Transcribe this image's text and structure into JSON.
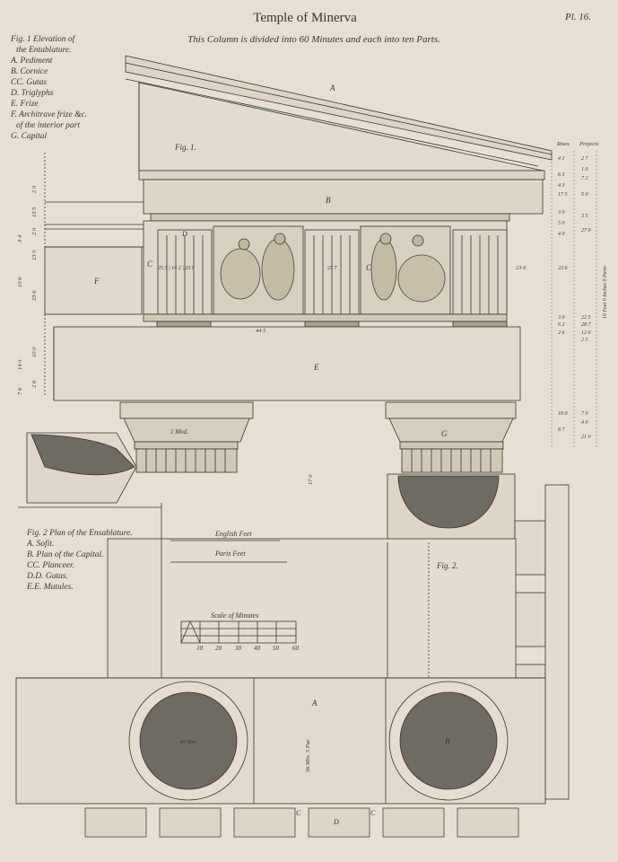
{
  "header": {
    "title": "Temple of Minerva",
    "plate_number": "Pl. 16.",
    "subtitle": "This Column is divided into 60 Minutes and each into ten Parts."
  },
  "fig1_legend": [
    "Fig. 1 Elevation of",
    "the Entablature.",
    "A. Pediment",
    "B. Cornice",
    "CC. Gutas",
    "D. Triglyphs",
    "E. Frize",
    "F. Architrave frize &c.",
    "of the interior part",
    "G. Capital"
  ],
  "fig2_legend": [
    "Fig. 2 Plan of the Ensablature.",
    "A. Sofit.",
    "B. Plan of the Capital.",
    "CC. Planceer.",
    "D.D. Gutas.",
    "E.E. Mutules."
  ],
  "labels": {
    "a_pediment": "A",
    "b_cornice": "B",
    "c_left": "C",
    "c_right": "C",
    "d_triglyph": "D",
    "e_frize": "E",
    "f_interior": "F",
    "g_capital": "G",
    "fig1": "Fig. 1.",
    "fig2": "Fig. 2.",
    "rises": "Rises",
    "projects": "Projects",
    "a_plan": "A",
    "b_plan": "B",
    "c_plan_1": "C",
    "c_plan_2": "C",
    "d_plan": "D",
    "one_mod": "1 Mod.",
    "forty_min": "40 Min.",
    "fifty_six_min": "56 Min. 5 Par.",
    "triglyph_dims": "25 5 | 14 2 | 25 0",
    "metope_dim": "27 7",
    "right_height": "23 6",
    "bottom_dim": "44 5",
    "capital_dim": "17 0",
    "side_note": "19 Feet 9 Inches 9 Parts"
  },
  "scales": {
    "english_feet": "English Feet",
    "paris_feet": "Paris Feet",
    "minutes_title": "Scale of Minutes",
    "minute_ticks": [
      "10",
      "20",
      "30",
      "40",
      "50",
      "60"
    ]
  },
  "dimensions": {
    "left_column": [
      "2 0",
      "13 5",
      "2 0",
      "3 4",
      "13 0",
      "10 6",
      "23 6",
      "10 0",
      "14 0",
      "2 6",
      "7 6"
    ],
    "right_rises": [
      "4 1",
      "6 3",
      "4 3",
      "17 5",
      "3 0",
      "5 0",
      "4 0",
      "23 6",
      "3 0",
      "6 2",
      "2 6",
      "10 0",
      "8 7"
    ],
    "right_projects": [
      "2 7",
      "1 0",
      "7 2",
      "5 0",
      "3 5",
      "27 0",
      "22 5",
      "28 7",
      "12 0",
      "2 5",
      "7 0",
      "4 0",
      "21 0"
    ]
  },
  "colors": {
    "paper": "#e6e0d3",
    "ink": "#3a3530",
    "shade": "#6f6a62",
    "light_ink": "#6e675d"
  }
}
